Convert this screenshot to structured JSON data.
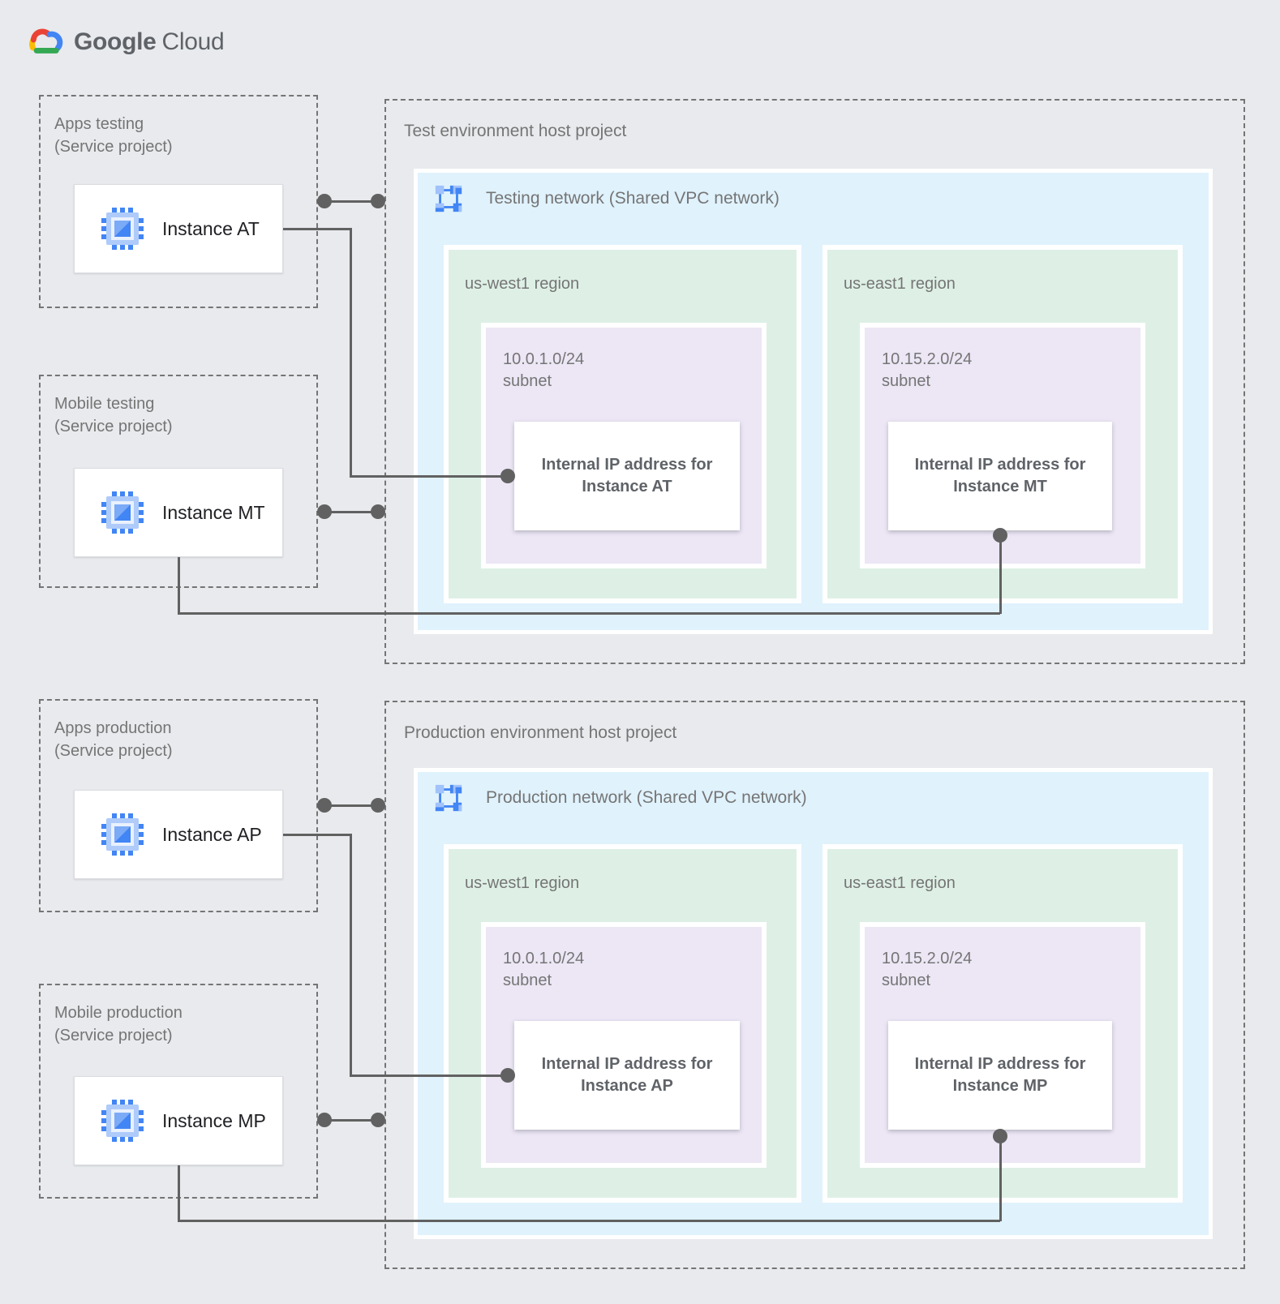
{
  "logo": {
    "brand": "Google",
    "product": "Cloud"
  },
  "service_projects": [
    {
      "title": "Apps testing",
      "subtitle": "(Service project)",
      "instance_label": "Instance AT"
    },
    {
      "title": "Mobile testing",
      "subtitle": "(Service project)",
      "instance_label": "Instance MT"
    },
    {
      "title": "Apps production",
      "subtitle": "(Service project)",
      "instance_label": "Instance AP"
    },
    {
      "title": "Mobile production",
      "subtitle": "(Service project)",
      "instance_label": "Instance MP"
    }
  ],
  "host_projects": [
    {
      "title": "Test environment host project",
      "network_label": "Testing network (Shared VPC network)",
      "regions": [
        {
          "name": "us-west1 region",
          "cidr": "10.0.1.0/24",
          "subnet_word": "subnet",
          "ip_line1": "Internal IP address for",
          "ip_line2": "Instance AT"
        },
        {
          "name": "us-east1 region",
          "cidr": "10.15.2.0/24",
          "subnet_word": "subnet",
          "ip_line1": "Internal IP address for",
          "ip_line2": "Instance MT"
        }
      ]
    },
    {
      "title": "Production environment host project",
      "network_label": "Production network (Shared VPC network)",
      "regions": [
        {
          "name": "us-west1 region",
          "cidr": "10.0.1.0/24",
          "subnet_word": "subnet",
          "ip_line1": "Internal IP address for",
          "ip_line2": "Instance AP"
        },
        {
          "name": "us-east1 region",
          "cidr": "10.15.2.0/24",
          "subnet_word": "subnet",
          "ip_line1": "Internal IP address for",
          "ip_line2": "Instance MP"
        }
      ]
    }
  ],
  "colors": {
    "background": "#e8eaed",
    "network_fill": "#e0f2fc",
    "region_fill": "#def0e6",
    "subnet_fill": "#ece6f5",
    "connector": "#616161",
    "dashed_border": "#757575",
    "label_gray": "#757575",
    "instance_text": "#202124",
    "ip_text": "#5f6368",
    "icon_blue": "#4285f4",
    "icon_light_blue": "#aecbfa",
    "logo_red": "#ea4335",
    "logo_yellow": "#fbbc04",
    "logo_green": "#34a853",
    "logo_blue": "#4285f4"
  }
}
